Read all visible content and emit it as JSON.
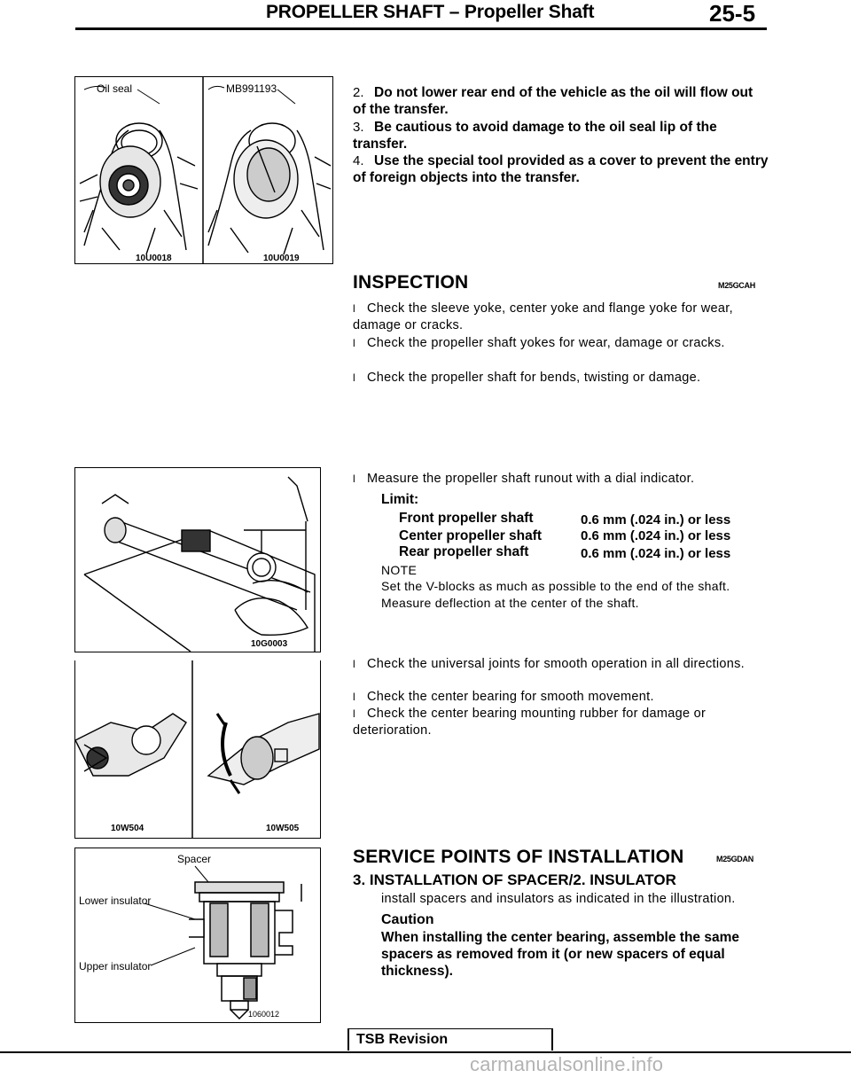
{
  "header": {
    "title": "PROPELLER SHAFT – Propeller Shaft",
    "page_number": "25-5"
  },
  "figures": {
    "fig1": {
      "label_left": "Oil seal",
      "label_right": "MB991193",
      "code_left": "10U0018",
      "code_right": "10U0019"
    },
    "fig2": {
      "code": "10G0003"
    },
    "fig3": {
      "code_left": "10W504",
      "code_right": "10W505"
    },
    "fig4": {
      "label_spacer": "Spacer",
      "label_lower": "Lower insulator",
      "label_upper": "Upper insulator",
      "code": "1060012"
    }
  },
  "steps": [
    {
      "num": "2.",
      "text": "Do not lower rear end of the vehicle as the oil will flow out of the transfer."
    },
    {
      "num": "3.",
      "text": "Be cautious to avoid damage to the oil seal lip of the transfer."
    },
    {
      "num": "4.",
      "text": "Use the special tool provided as a cover to prevent the entry of foreign objects into the transfer."
    }
  ],
  "inspection": {
    "heading": "INSPECTION",
    "code": "M25GCAH",
    "bullets": [
      "Check the sleeve yoke, center yoke and flange yoke for wear, damage or cracks.",
      "Check the propeller shaft yokes for wear, damage or cracks.",
      "Check the propeller shaft for bends, twisting or damage."
    ],
    "runout": {
      "text": "Measure the propeller shaft runout with a dial indicator.",
      "limit_label": "Limit:",
      "rows": [
        {
          "label": "Front propeller shaft",
          "value": "0.6 mm (.024 in.) or less"
        },
        {
          "label": "Center propeller shaft",
          "value": "0.6 mm (.024 in.) or less"
        },
        {
          "label": "Rear propeller shaft",
          "value": "0.6 mm (.024 in.) or less"
        }
      ],
      "note_label": "NOTE",
      "note_text": "Set the V-blocks as much as possible to the end of the shaft. Measure deflection at the center of the shaft."
    },
    "bullets2": [
      "Check the universal joints for smooth operation in all directions.",
      "Check the center bearing for smooth movement.",
      "Check the center bearing mounting rubber for damage or deterioration."
    ]
  },
  "service": {
    "heading": "SERVICE POINTS OF INSTALLATION",
    "code": "M25GDAN",
    "subheading": "3. INSTALLATION OF SPACER/2. INSULATOR",
    "text": "install spacers and insulators as indicated in the illustration.",
    "caution_label": "Caution",
    "caution_text": "When installing the center bearing, assemble the same spacers as removed from it (or new spacers of equal thickness)."
  },
  "footer": {
    "tsb": "TSB Revision",
    "watermark": "carmanualsonline.info"
  }
}
